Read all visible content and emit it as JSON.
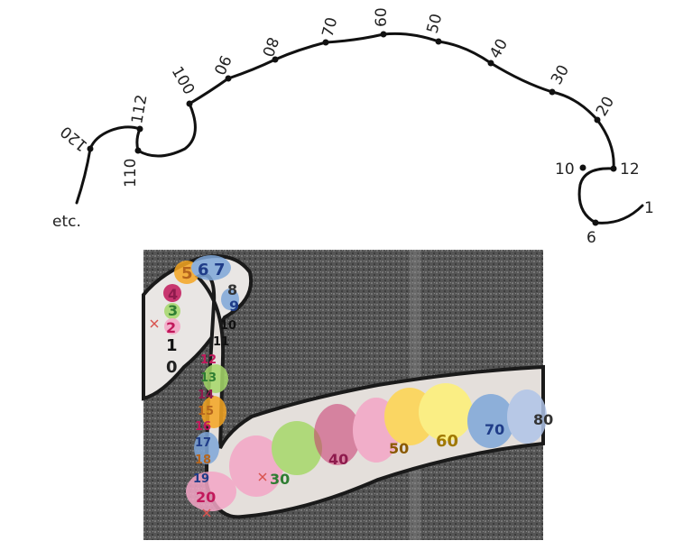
{
  "number_line": {
    "labels": [
      "1",
      "6",
      "10",
      "12",
      "20",
      "30",
      "40",
      "50",
      "60",
      "70",
      "80",
      "90",
      "100",
      "110",
      "112",
      "120",
      "etc."
    ]
  },
  "drawing": {
    "description_numbers": [
      "0",
      "1",
      "2",
      "3",
      "4",
      "5",
      "6",
      "7",
      "8",
      "9",
      "10",
      "11",
      "12",
      "13",
      "14",
      "15",
      "16",
      "17",
      "18",
      "19",
      "20",
      "30",
      "40",
      "50",
      "60",
      "70",
      "80"
    ],
    "colors": {
      "red": "#d9534f",
      "pink": "#f4a6c6",
      "magenta": "#c2185b",
      "green": "#a6d96a",
      "yellow": "#ffd54f",
      "orange": "#f5a623",
      "blue": "#7fa7d9",
      "background": "#5a5a5a"
    }
  }
}
